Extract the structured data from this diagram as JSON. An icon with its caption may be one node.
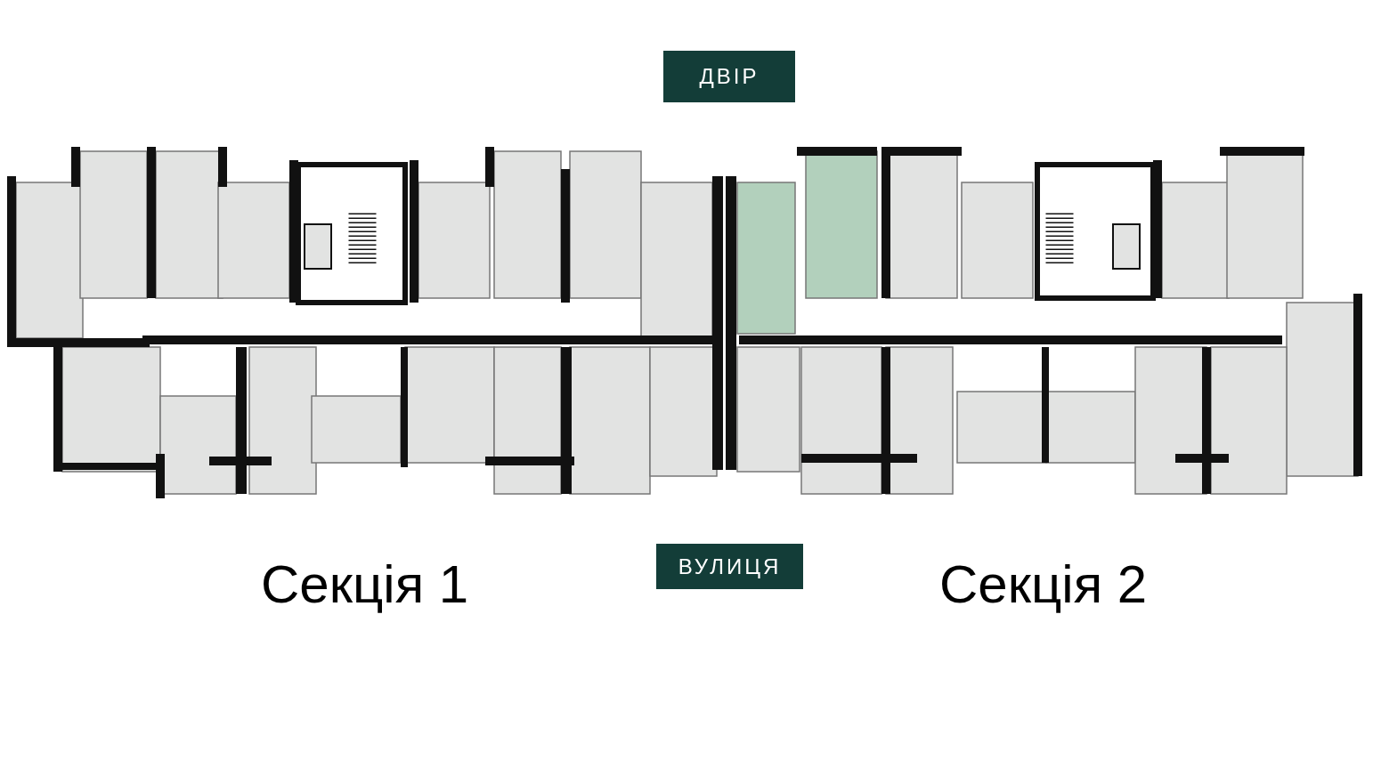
{
  "diagram": {
    "labels": [
      "ДВІР",
      "Секція 1",
      "ВУЛИЦЯ",
      "Секція 2"
    ]
  }
}
